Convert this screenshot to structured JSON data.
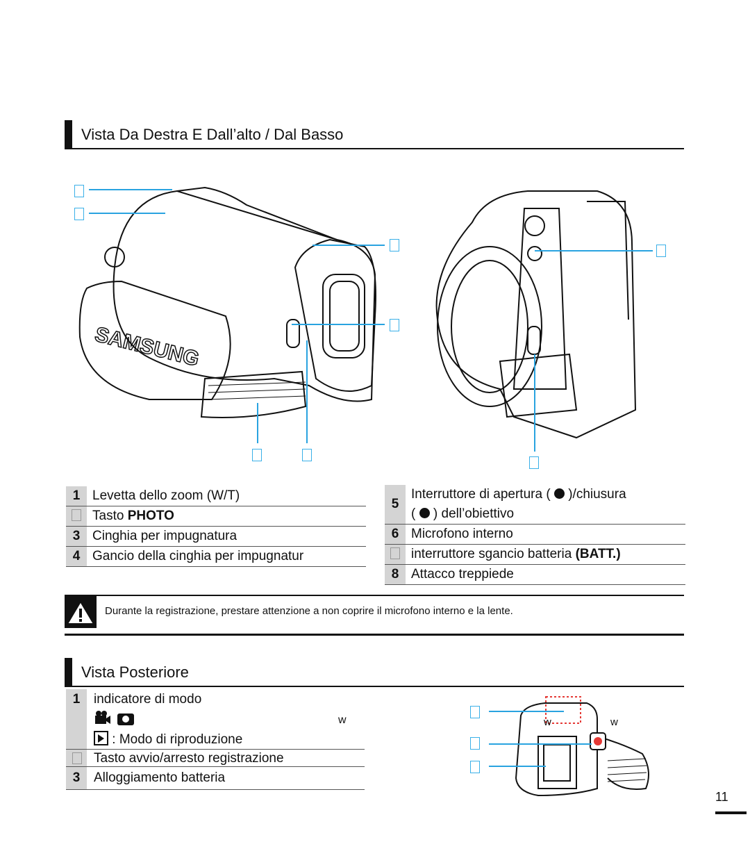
{
  "section1": {
    "title": "Vista Da Destra E Dall’alto / Dal Basso"
  },
  "callouts_top": [
    "",
    "",
    "",
    "",
    "",
    "",
    "",
    ""
  ],
  "parts_left": [
    {
      "num": "1",
      "label": "Levetta dello zoom (W/T)"
    },
    {
      "num": "",
      "label": "Tasto ",
      "bold": "PHOTO"
    },
    {
      "num": "3",
      "label": "Cinghia per impugnatura"
    },
    {
      "num": "4",
      "label": "Gancio della cinghia per impugnatur"
    }
  ],
  "parts_right": {
    "item5": {
      "num": "5",
      "line1_a": "Interruttore di apertura (",
      "line1_b": ")/chiusura",
      "line2_a": "(",
      "line2_b": ") dell’obiettivo"
    },
    "item6": {
      "num": "6",
      "label": "Microfono interno"
    },
    "item7": {
      "num": "",
      "label": "interruttore sgancio batteria ",
      "bold": "(BATT.)"
    },
    "item8": {
      "num": "8",
      "label": "Attacco treppiede"
    }
  },
  "warning": {
    "text": "Durante la registrazione, prestare attenzione a non coprire il microfono interno e la lente."
  },
  "section2": {
    "title": "Vista Posteriore"
  },
  "rear_items": {
    "item1": {
      "num": "1",
      "label": "indicatore di modo",
      "extra": "w",
      "play_label": ": Modo di riproduzione"
    },
    "item2": {
      "num": "",
      "label": "Tasto avvio/arresto registrazione"
    },
    "item3": {
      "num": "3",
      "label": "Alloggiamento batteria"
    }
  },
  "rear_figure_labels": {
    "w1": "w",
    "w2": "w"
  },
  "page_number": "11",
  "colors": {
    "callout": "#29a3e0",
    "row_num_bg": "#d4d4d4"
  }
}
